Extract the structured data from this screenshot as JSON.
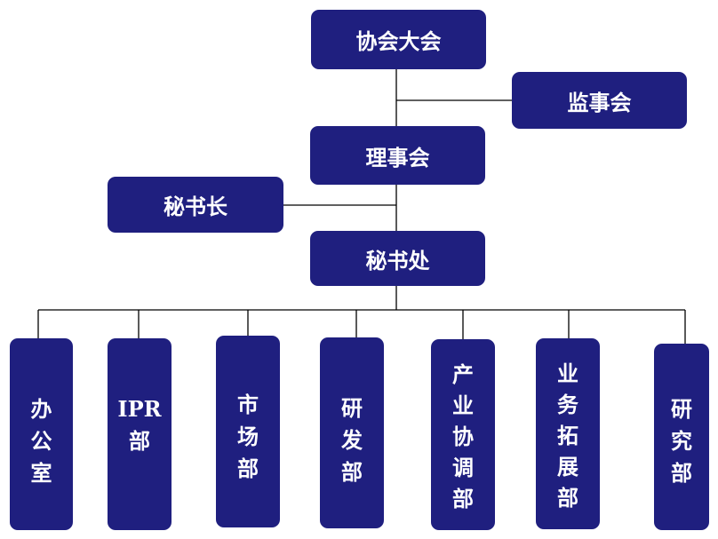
{
  "org": {
    "general_assembly": "协会大会",
    "supervisory_board": "监事会",
    "council": "理事会",
    "secretary_general": "秘书长",
    "secretariat": "秘书处",
    "departments": [
      {
        "name": "办公室",
        "lines": [
          "办",
          "公",
          "室"
        ]
      },
      {
        "name": "IPR部",
        "lines": [
          "IPR",
          "部"
        ]
      },
      {
        "name": "市场部",
        "lines": [
          "市",
          "场",
          "部"
        ]
      },
      {
        "name": "研发部",
        "lines": [
          "研",
          "发",
          "部"
        ]
      },
      {
        "name": "产业协调部",
        "lines": [
          "产",
          "业",
          "协",
          "调",
          "部"
        ]
      },
      {
        "name": "业务拓展部",
        "lines": [
          "业",
          "务",
          "拓",
          "展",
          "部"
        ]
      },
      {
        "name": "研究部",
        "lines": [
          "研",
          "究",
          "部"
        ]
      }
    ]
  },
  "colors": {
    "box_fill": "#1f1f7f",
    "box_text": "#ffffff",
    "line": "#000000"
  }
}
